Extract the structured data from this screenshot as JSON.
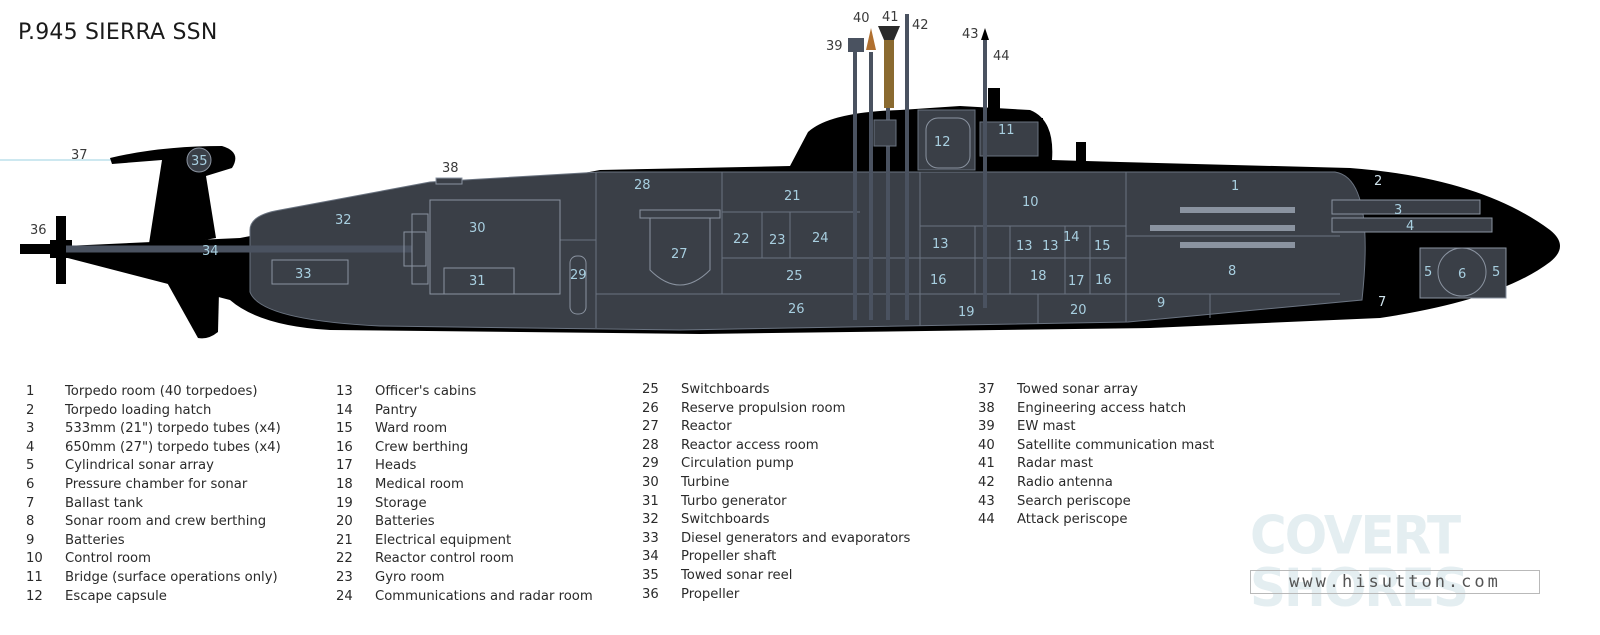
{
  "title": "P.945 SIERRA SSN",
  "brand": {
    "name": "COVERT SHORES",
    "url": "www.hisutton.com"
  },
  "colors": {
    "hull": "#000000",
    "compartment": "#3a3f47",
    "label": "#a8cfe0",
    "legend_text": "#2a2a2a"
  },
  "legend": [
    {
      "num": "1",
      "label": "Torpedo room (40 torpedoes)"
    },
    {
      "num": "2",
      "label": "Torpedo loading hatch"
    },
    {
      "num": "3",
      "label": "533mm (21\") torpedo tubes (x4)"
    },
    {
      "num": "4",
      "label": "650mm (27\") torpedo tubes (x4)"
    },
    {
      "num": "5",
      "label": "Cylindrical sonar array"
    },
    {
      "num": "6",
      "label": "Pressure chamber for sonar"
    },
    {
      "num": "7",
      "label": "Ballast tank"
    },
    {
      "num": "8",
      "label": "Sonar room and crew berthing"
    },
    {
      "num": "9",
      "label": "Batteries"
    },
    {
      "num": "10",
      "label": "Control room"
    },
    {
      "num": "11",
      "label": "Bridge (surface operations only)"
    },
    {
      "num": "12",
      "label": "Escape capsule"
    },
    {
      "num": "13",
      "label": "Officer's cabins"
    },
    {
      "num": "14",
      "label": "Pantry"
    },
    {
      "num": "15",
      "label": "Ward room"
    },
    {
      "num": "16",
      "label": "Crew berthing"
    },
    {
      "num": "17",
      "label": "Heads"
    },
    {
      "num": "18",
      "label": "Medical room"
    },
    {
      "num": "19",
      "label": "Storage"
    },
    {
      "num": "20",
      "label": "Batteries"
    },
    {
      "num": "21",
      "label": "Electrical equipment"
    },
    {
      "num": "22",
      "label": "Reactor control room"
    },
    {
      "num": "23",
      "label": "Gyro room"
    },
    {
      "num": "24",
      "label": "Communications and radar room"
    },
    {
      "num": "25",
      "label": "Switchboards"
    },
    {
      "num": "26",
      "label": "Reserve propulsion room"
    },
    {
      "num": "27",
      "label": "Reactor"
    },
    {
      "num": "28",
      "label": "Reactor access room"
    },
    {
      "num": "29",
      "label": "Circulation pump"
    },
    {
      "num": "30",
      "label": "Turbine"
    },
    {
      "num": "31",
      "label": "Turbo generator"
    },
    {
      "num": "32",
      "label": "Switchboards"
    },
    {
      "num": "33",
      "label": "Diesel generators and evaporators"
    },
    {
      "num": "34",
      "label": "Propeller shaft"
    },
    {
      "num": "35",
      "label": "Towed sonar reel"
    },
    {
      "num": "36",
      "label": "Propeller"
    },
    {
      "num": "37",
      "label": "Towed sonar array"
    },
    {
      "num": "38",
      "label": "Engineering access hatch"
    },
    {
      "num": "39",
      "label": "EW mast"
    },
    {
      "num": "40",
      "label": "Satellite communication mast"
    },
    {
      "num": "41",
      "label": "Radar mast"
    },
    {
      "num": "42",
      "label": "Radio antenna"
    },
    {
      "num": "43",
      "label": "Search periscope"
    },
    {
      "num": "44",
      "label": "Attack periscope"
    }
  ],
  "labels": {
    "l1": "1",
    "l2": "2",
    "l3": "3",
    "l4": "4",
    "l5a": "5",
    "l5b": "5",
    "l6": "6",
    "l7": "7",
    "l8": "8",
    "l9": "9",
    "l10": "10",
    "l11": "11",
    "l12": "12",
    "l13a": "13",
    "l13b": "13",
    "l13c": "13",
    "l14": "14",
    "l15": "15",
    "l16a": "16",
    "l16b": "16",
    "l17": "17",
    "l18": "18",
    "l19": "19",
    "l20": "20",
    "l21": "21",
    "l22": "22",
    "l23": "23",
    "l24": "24",
    "l25": "25",
    "l26": "26",
    "l27": "27",
    "l28": "28",
    "l29": "29",
    "l30": "30",
    "l31": "31",
    "l32": "32",
    "l33": "33",
    "l34": "34",
    "l35": "35",
    "l36": "36",
    "l37": "37",
    "l38": "38",
    "l39": "39",
    "l40": "40",
    "l41": "41",
    "l42": "42",
    "l43": "43",
    "l44": "44"
  }
}
